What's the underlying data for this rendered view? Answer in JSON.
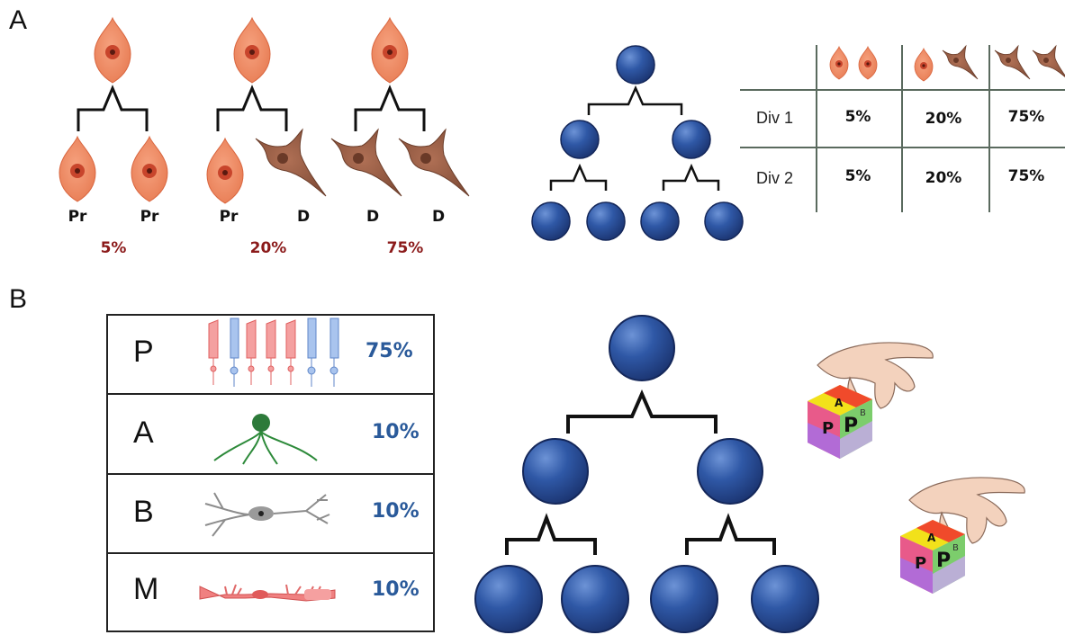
{
  "panel_a": {
    "letter": "A",
    "outcomes": [
      {
        "left": "Pr",
        "right": "Pr",
        "percent": "5%"
      },
      {
        "left": "Pr",
        "right": "D",
        "percent": "20%"
      },
      {
        "left": "D",
        "right": "D",
        "percent": "75%"
      }
    ],
    "table": {
      "rows": [
        {
          "label": "Div 1",
          "values": [
            "5%",
            "20%",
            "75%"
          ]
        },
        {
          "label": "Div 2",
          "values": [
            "5%",
            "20%",
            "75%"
          ]
        }
      ]
    }
  },
  "panel_b": {
    "letter": "B",
    "rows": [
      {
        "letter": "P",
        "percent": "75%"
      },
      {
        "letter": "A",
        "percent": "10%"
      },
      {
        "letter": "B",
        "percent": "10%"
      },
      {
        "letter": "M",
        "percent": "10%"
      }
    ]
  },
  "colors": {
    "progenitor": "#f08a63",
    "differentiated": "#9a5a40",
    "sphere": "#2a4f9a",
    "percent_red": "#8b1a1a",
    "percent_blue": "#2a5a9a"
  }
}
